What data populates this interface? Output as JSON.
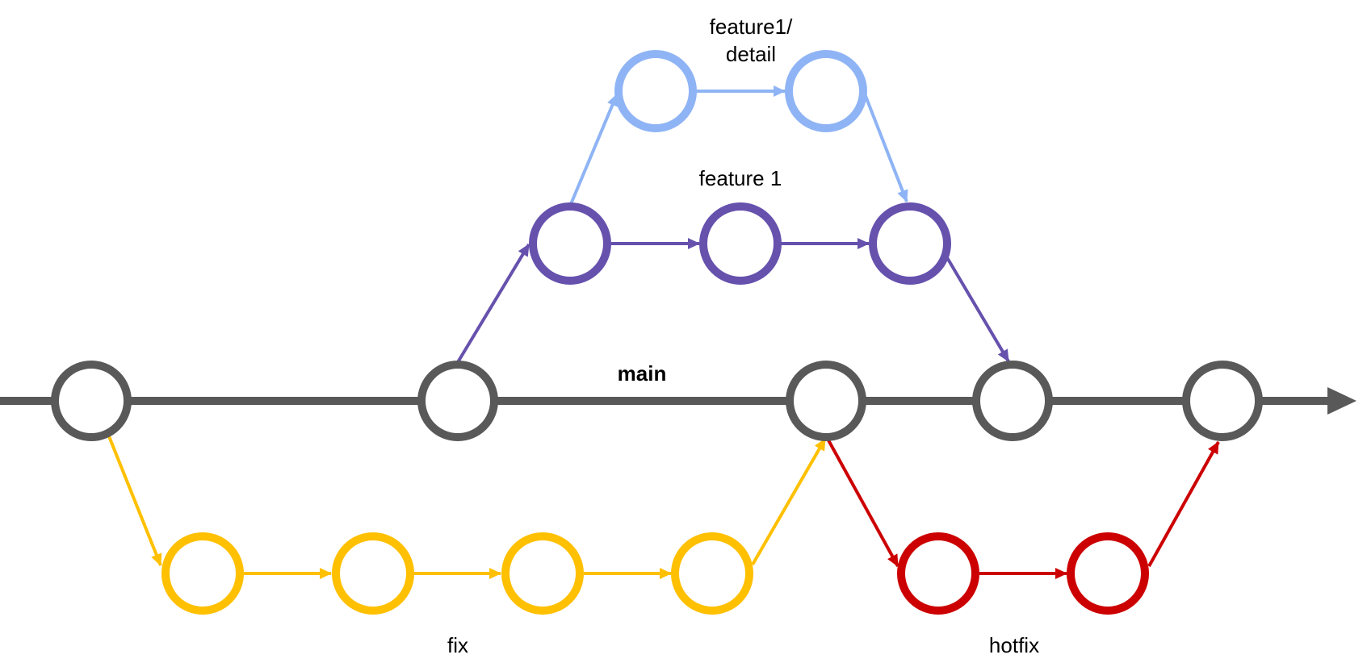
{
  "colors": {
    "main": "#595959",
    "feature1": "#6651AD",
    "feature1_detail": "#8FB4F5",
    "fix": "#FFC000",
    "hotfix": "#CC0000"
  },
  "labels": {
    "main": "main",
    "feature1": "feature 1",
    "feature1_detail_line1": "feature1/",
    "feature1_detail_line2": "detail",
    "fix": "fix",
    "hotfix": "hotfix"
  },
  "branches": [
    {
      "name": "main",
      "label": "main",
      "color": "#595959",
      "commits": 5
    },
    {
      "name": "feature1",
      "label": "feature 1",
      "color": "#6651AD",
      "commits": 3
    },
    {
      "name": "feature1/detail",
      "label": "feature1/ detail",
      "color": "#8FB4F5",
      "commits": 2
    },
    {
      "name": "fix",
      "label": "fix",
      "color": "#FFC000",
      "commits": 4
    },
    {
      "name": "hotfix",
      "label": "hotfix",
      "color": "#CC0000",
      "commits": 2
    }
  ]
}
